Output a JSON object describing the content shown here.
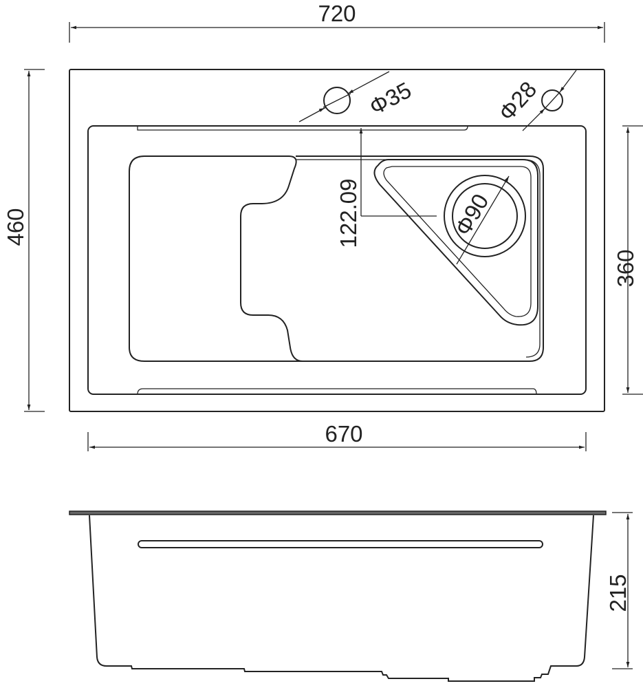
{
  "top_view": {
    "overall_width": "720",
    "overall_depth": "460",
    "bowl_width": "670",
    "bowl_depth": "360",
    "tap_hole_diameter": "Φ35",
    "accessory_hole_diameter": "Φ28",
    "drain_diameter": "Φ90",
    "drain_offset": "122.09"
  },
  "side_view": {
    "height": "215"
  },
  "line_color": "#222222"
}
